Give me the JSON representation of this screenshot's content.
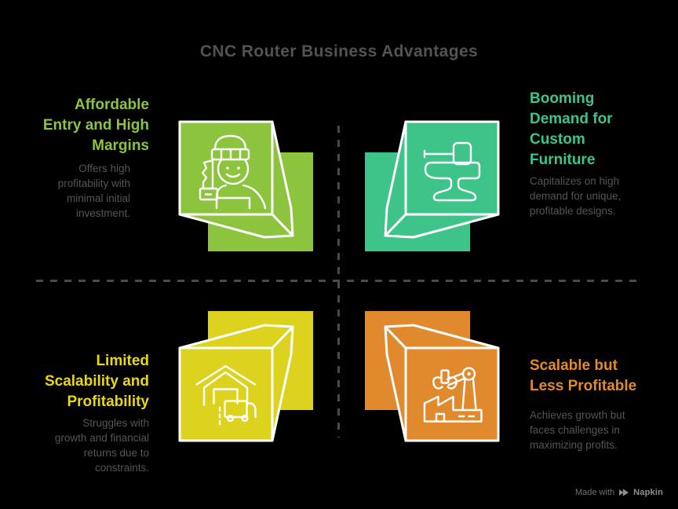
{
  "title": "CNC Router Business Advantages",
  "divider_color": "#4a4a4c",
  "quadrants": [
    {
      "name": "affordable-entry-high-margins",
      "accent": "#8cc43e",
      "heading_lines": [
        "Affordable",
        "Entry and High",
        "Margins"
      ],
      "desc_lines": [
        "Offers high",
        "profitability with",
        "minimal initial",
        "investment."
      ],
      "icon": "carpenter-box-icon"
    },
    {
      "name": "booming-demand-custom-furniture",
      "accent": "#3ec489",
      "heading_lines": [
        "Booming",
        "Demand for",
        "Custom",
        "Furniture"
      ],
      "desc_lines": [
        "Capitalizes on high",
        "demand for unique,",
        "profitable designs."
      ],
      "icon": "anvil-hammer-box-icon"
    },
    {
      "name": "limited-scalability-profitability",
      "accent": "#ddd21d",
      "heading_accent": "#ead80d",
      "heading_lines": [
        "Limited",
        "Scalability and",
        "Profitability"
      ],
      "desc_lines": [
        "Struggles with",
        "growth and financial",
        "returns due to",
        "constraints."
      ],
      "icon": "warehouse-truck-box-icon"
    },
    {
      "name": "scalable-less-profitable",
      "accent": "#e1892d",
      "heading_lines": [
        "Scalable but",
        "Less Profitable"
      ],
      "desc_lines": [
        "Achieves growth but",
        "faces challenges in",
        "maximizing profits."
      ],
      "icon": "factory-crane-box-icon"
    }
  ],
  "footer": {
    "made_with": "Made with",
    "brand": "Napkin"
  }
}
